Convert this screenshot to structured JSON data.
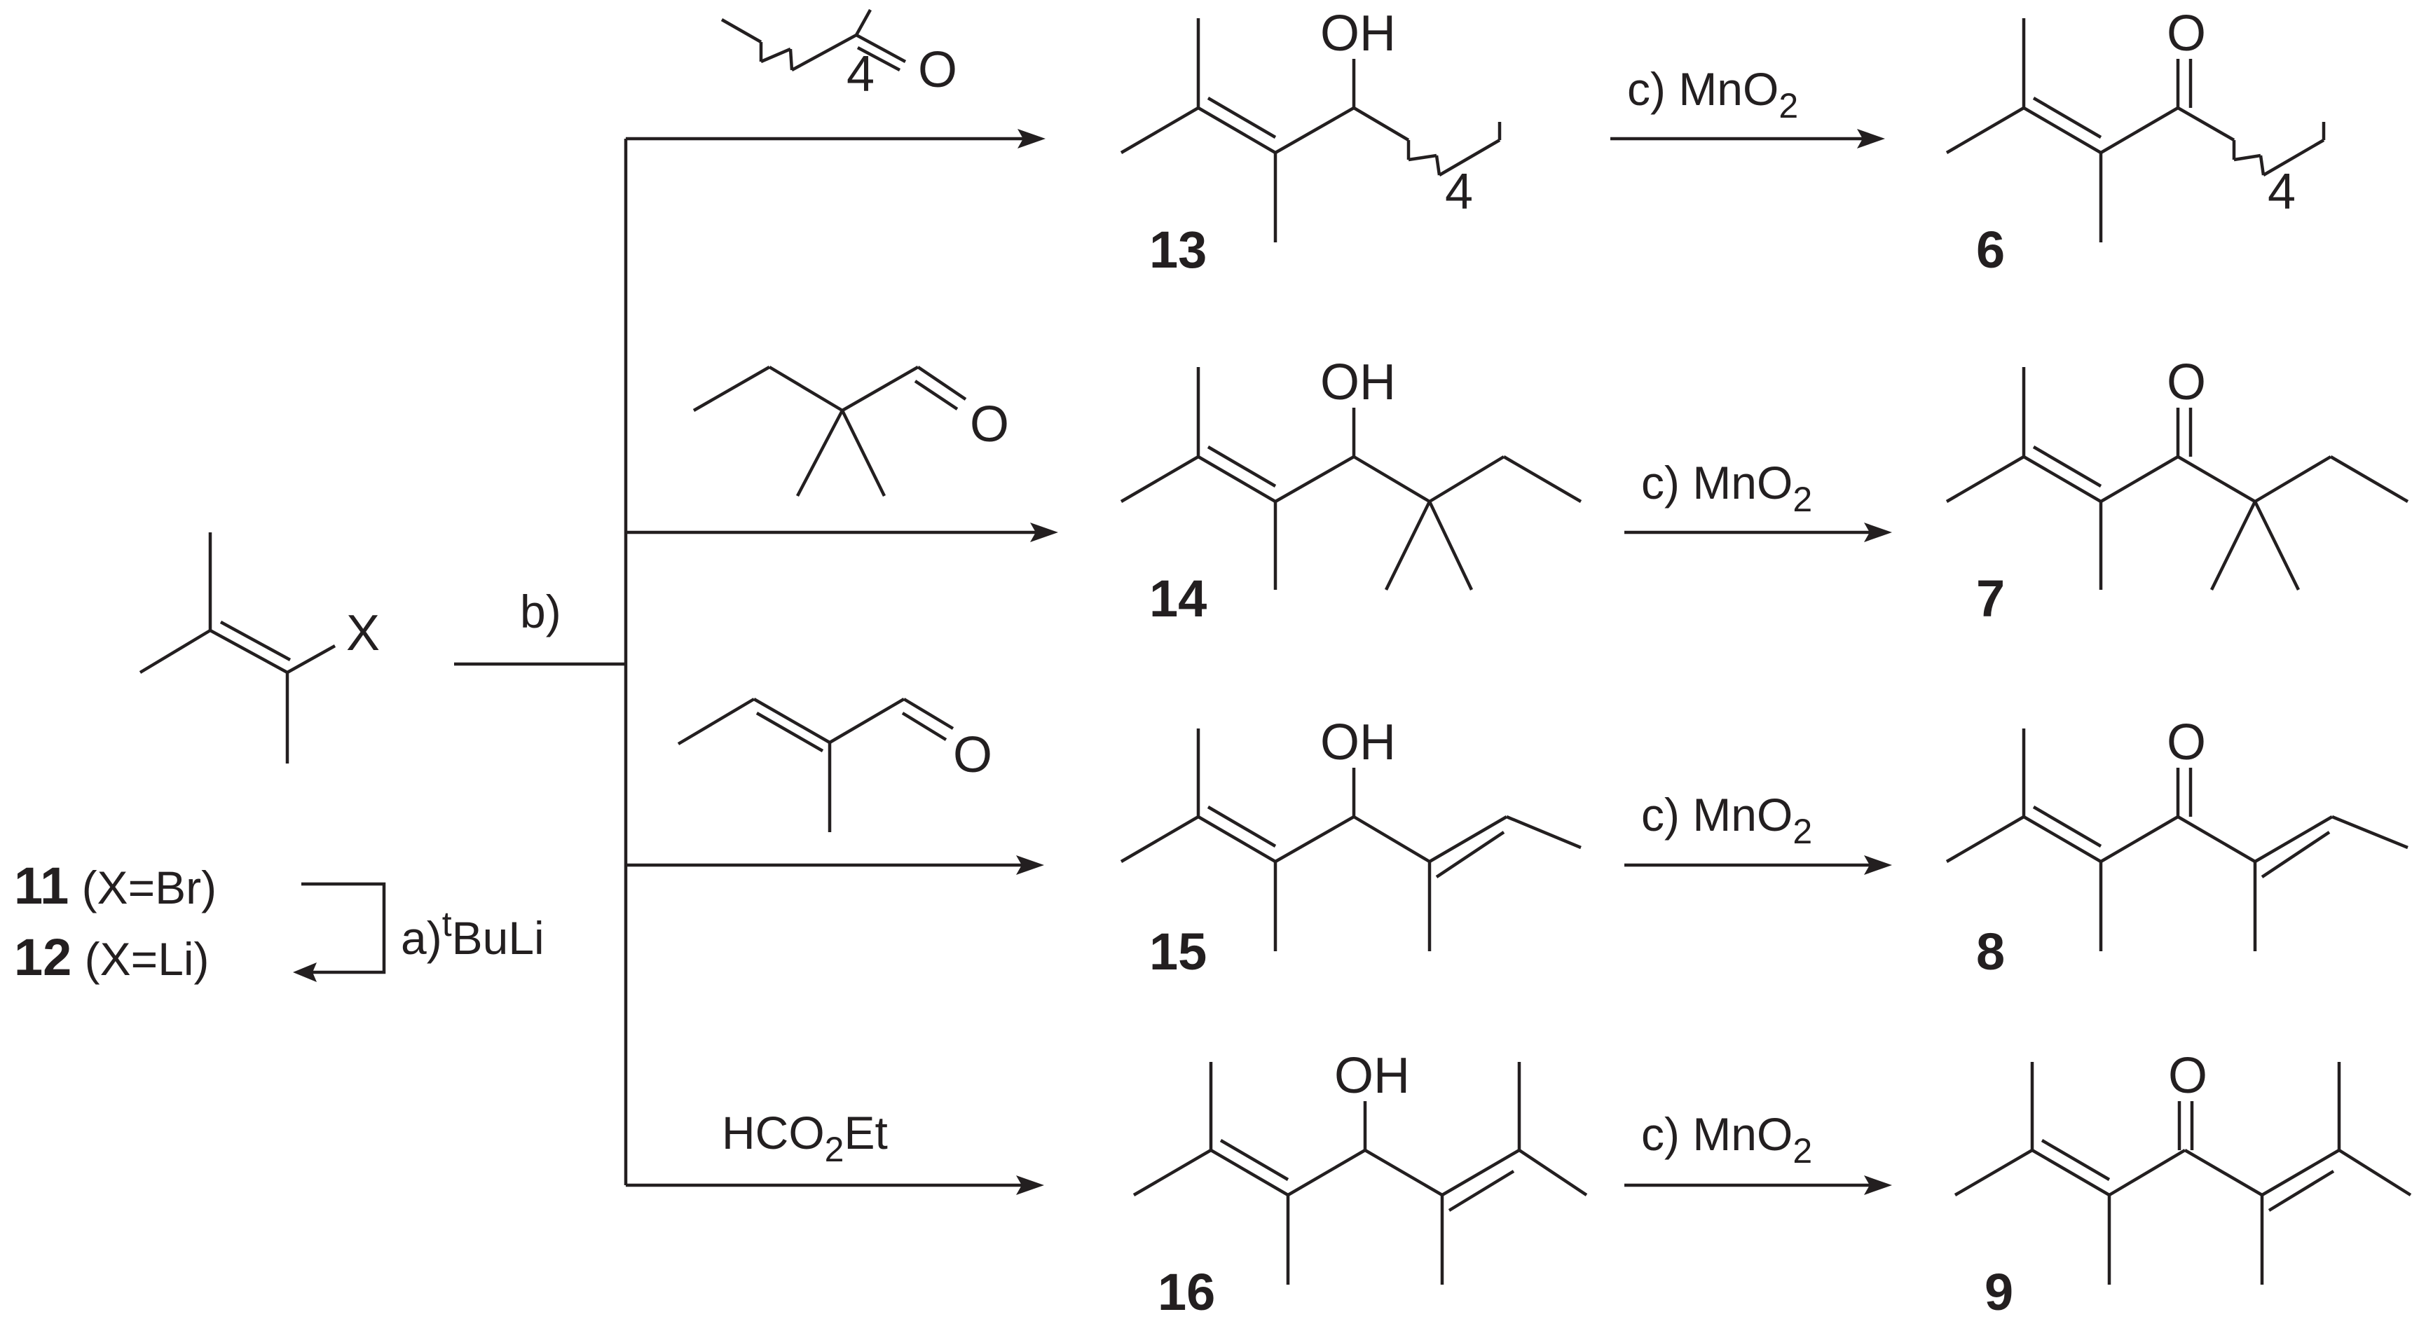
{
  "colors": {
    "ink": "#231f20",
    "background": "#ffffff"
  },
  "start": {
    "x_label": "X",
    "compound_11": {
      "number": "11",
      "text": " (X=Br)"
    },
    "compound_12": {
      "number": "12",
      "text": " (X=Li)"
    },
    "step_a": {
      "text": "a)",
      "sup": "t",
      "reagent": "BuLi"
    }
  },
  "step_b": "b)",
  "reagents": {
    "hexanal": {
      "repeat": "4",
      "oxygen": "O"
    },
    "dimethylbutanal": {
      "oxygen": "O"
    },
    "methylbutenal": {
      "oxygen": "O"
    },
    "ethyl_formate": {
      "pre": "HCO",
      "sub": "2",
      "post": "Et"
    }
  },
  "oxidation": {
    "pre": "c) MnO",
    "sub": "2"
  },
  "rows": [
    {
      "alcohol": "13",
      "ketone": "6",
      "oh": "OH",
      "o": "O",
      "repeat": "4"
    },
    {
      "alcohol": "14",
      "ketone": "7",
      "oh": "OH",
      "o": "O"
    },
    {
      "alcohol": "15",
      "ketone": "8",
      "oh": "OH",
      "o": "O"
    },
    {
      "alcohol": "16",
      "ketone": "9",
      "oh": "OH",
      "o": "O"
    }
  ]
}
